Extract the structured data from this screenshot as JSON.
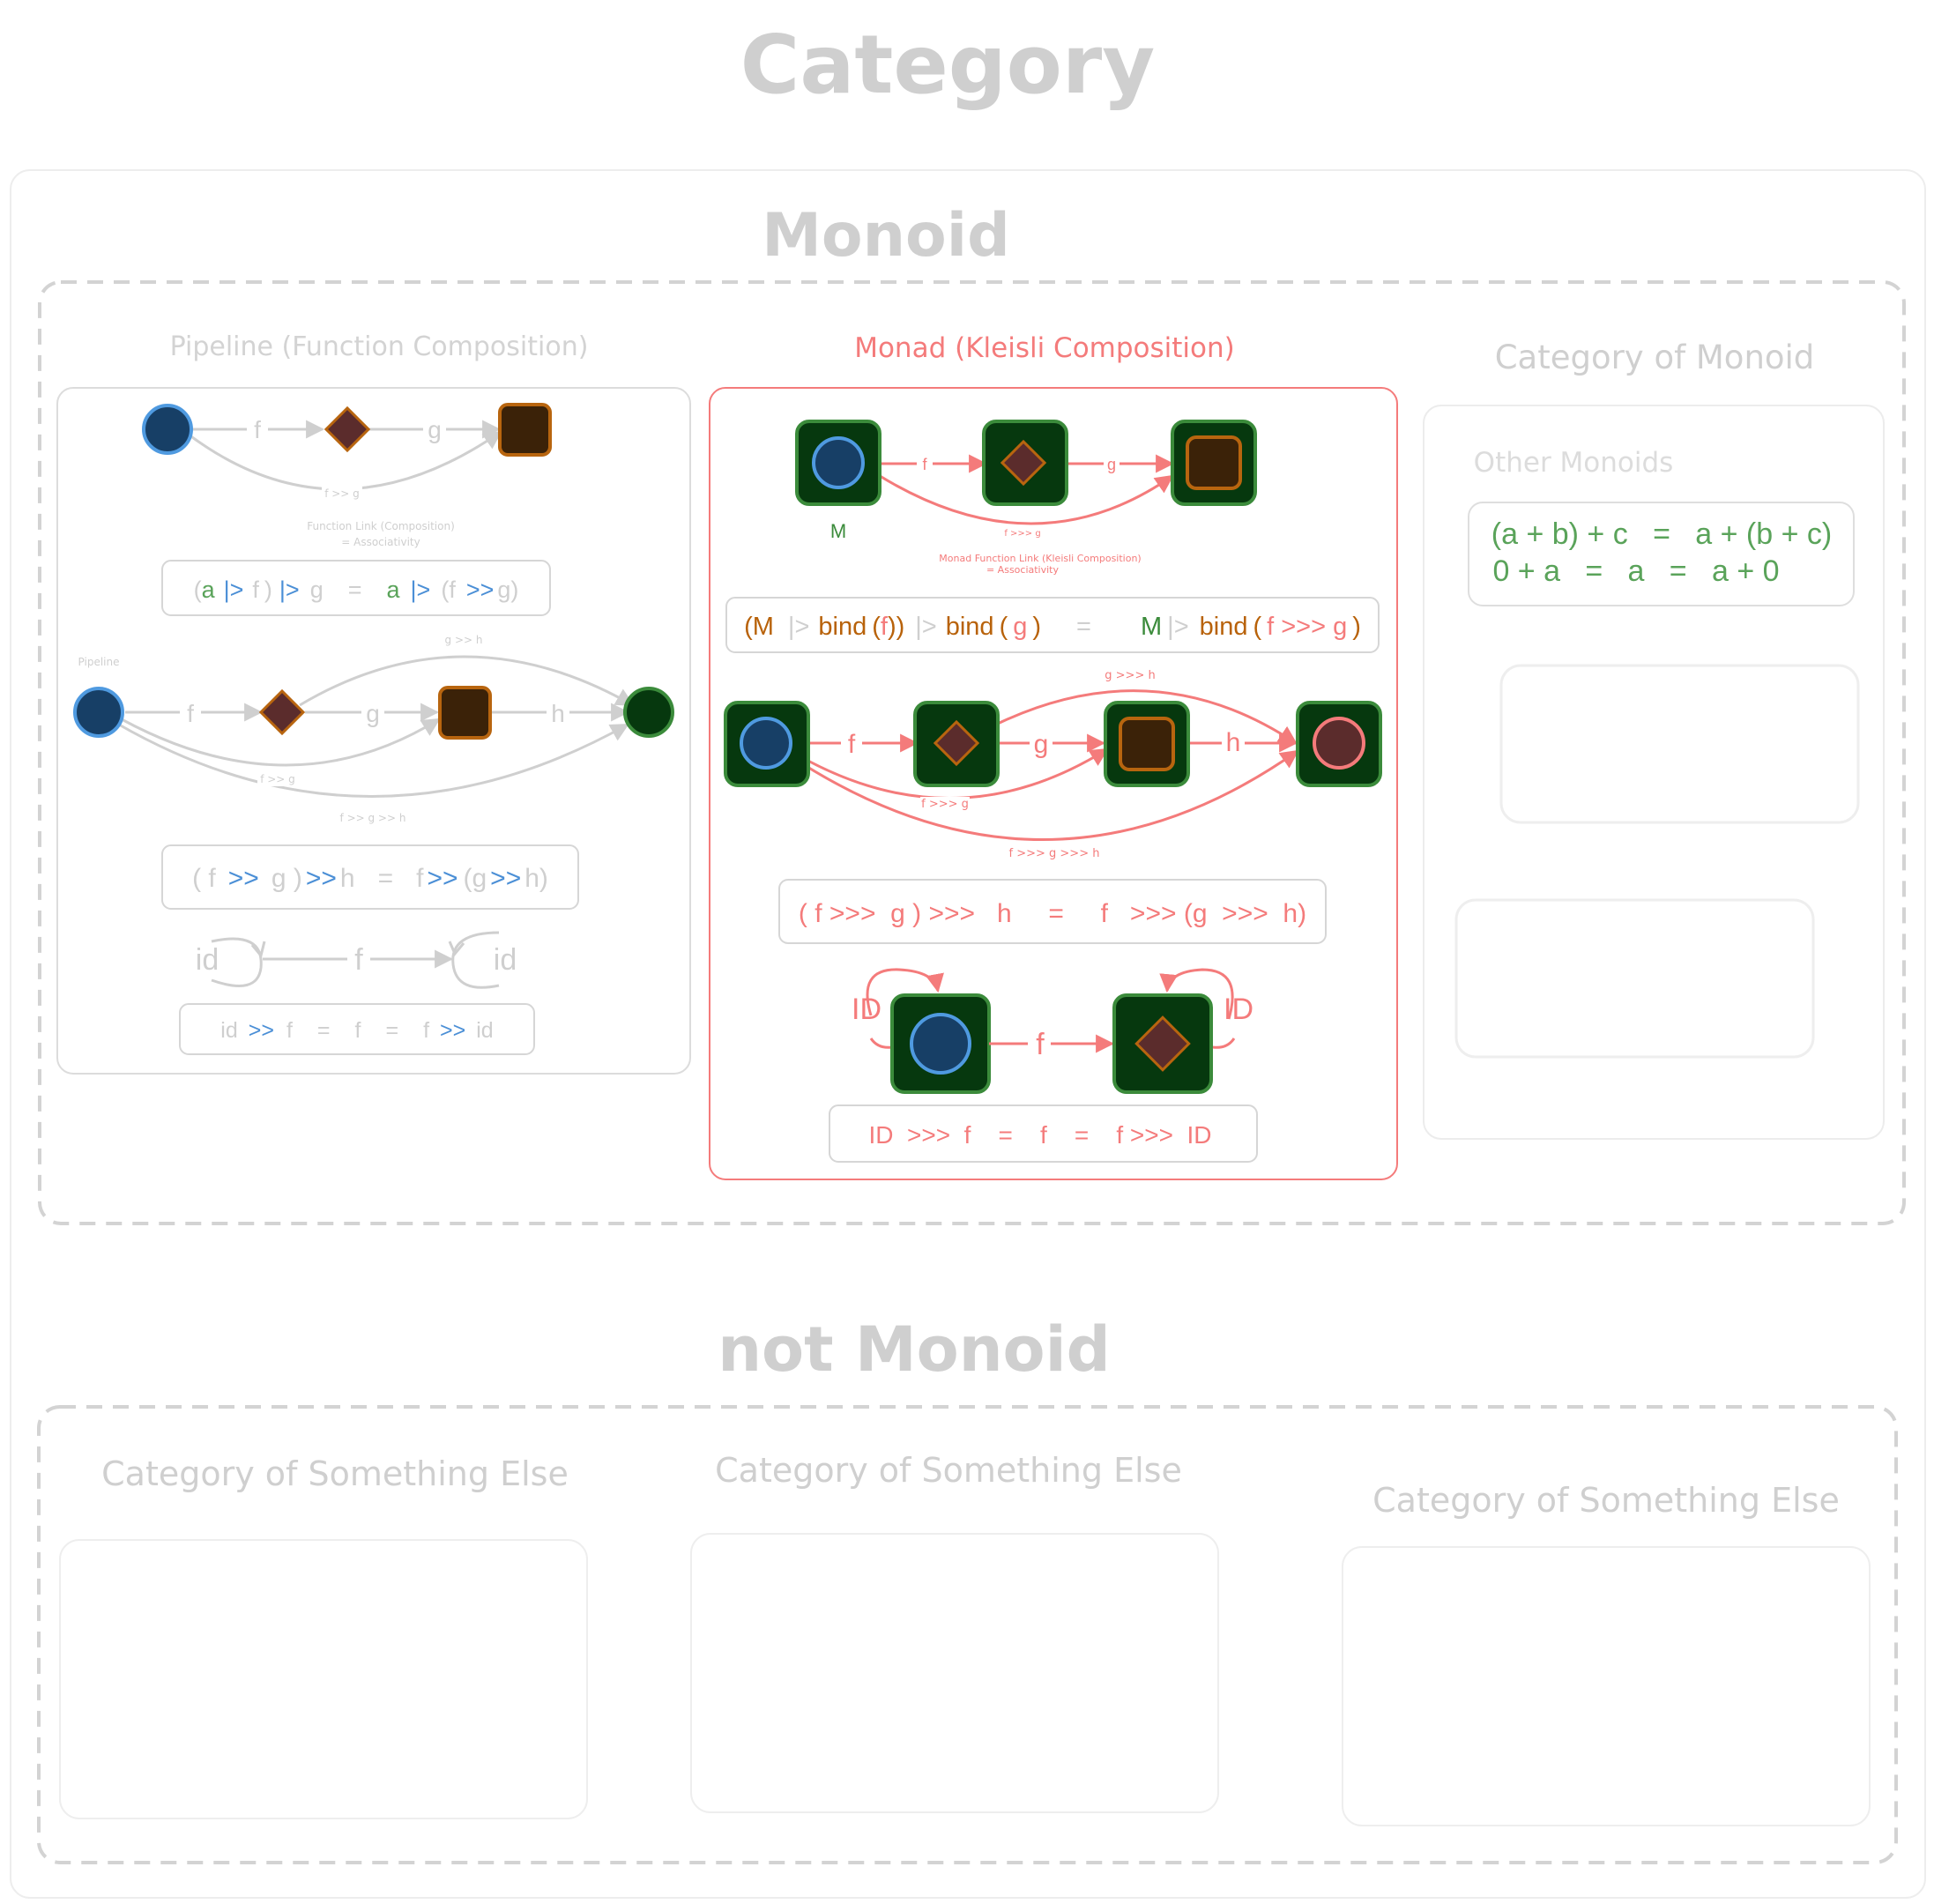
{
  "titles": {
    "category": "Category",
    "monoid": "Monoid",
    "not_monoid": "not Monoid"
  },
  "pipeline": {
    "title": "Pipeline (Function Composition)",
    "row1": {
      "f": "f",
      "g": "g",
      "fg": "f >> g"
    },
    "note1": "Function Link (Composition)",
    "note2": "= Associativity",
    "formula1": {
      "p1": "(",
      "a": "a",
      "op1": "|>",
      "f": "f",
      "p2": ")",
      "op2": "|>",
      "g": "g",
      "eq": "=",
      "a2": "a",
      "op3": "|>",
      "p3": "(f",
      "op4": ">>",
      "g2": "g)"
    },
    "side_label": "Pipeline",
    "row2": {
      "f": "f",
      "g": "g",
      "h": "h",
      "gh": "g >> h",
      "fg": "f >> g",
      "fgh": "f >> g >> h"
    },
    "formula2": {
      "a": "( f",
      "op1": ">>",
      "b": "g )",
      "op2": ">>",
      "c": "h",
      "eq": "=",
      "d": "f",
      "op3": ">>",
      "e": "(g",
      "op4": ">>",
      "f": "h)"
    },
    "identity": {
      "id_left": "id",
      "f": "f",
      "id_right": "id"
    },
    "formula3": {
      "a": "id",
      "op1": ">>",
      "b": "f",
      "eq1": "=",
      "c": "f",
      "eq2": "=",
      "d": "f",
      "op2": ">>",
      "e": "id"
    }
  },
  "monad": {
    "title": "Monad (Kleisli Composition)",
    "row1": {
      "f": "f",
      "g": "g",
      "fg": "f >>> g",
      "m": "M"
    },
    "note1": "Monad Function Link (Kleisli Composition)",
    "note2": "= Associativity",
    "formula1": {
      "p1": "(M",
      "op1": "|>",
      "bind1": "bind",
      "p2": "(",
      "f": "f",
      "p3": "))",
      "op2": "|>",
      "bind2": "bind",
      "p4": "(",
      "g": "g",
      "p5": ")",
      "eq": "=",
      "m": "M",
      "op3": "|>",
      "bind3": "bind",
      "p6": "(",
      "fg": "f >>> g",
      "p7": ")"
    },
    "row2": {
      "f": "f",
      "g": "g",
      "h": "h",
      "gh": "g >>> h",
      "fg": "f >>> g",
      "fgh": "f >>> g >>> h"
    },
    "formula2": "( f >>>  g ) >>>   h     =     f   >>> (g  >>>  h)",
    "identity": {
      "id_left": "ID",
      "f": "f",
      "id_right": "ID"
    },
    "formula3": "ID  >>>  f    =    f    =    f >>>  ID"
  },
  "category_of_monoid": {
    "title": "Category of Monoid",
    "subtitle": "Other Monoids",
    "formula_line1": "(a + b) + c   =   a + (b + c)",
    "formula_line2": "0 + a   =   a   =   a + 0"
  },
  "not_monoid_sections": [
    {
      "title": "Category of Something Else"
    },
    {
      "title": "Category of Something Else"
    },
    {
      "title": "Category of Something Else"
    }
  ],
  "colors": {
    "gray_title": "#cfcfcf",
    "gray_line": "#d0d0d0",
    "pink": "#f47b7b",
    "green_text": "#5aa35a",
    "blue_op": "#4b8fd6",
    "brown_text": "#b8620a",
    "node_blue": "#173f66",
    "node_blue_stroke": "#4f9ae0",
    "node_diamond": "#5b2c2c",
    "node_orange_stroke": "#b8650f",
    "node_square": "#3b2208",
    "node_green_box": "#06380e",
    "node_green_stroke": "#3b8b3b"
  }
}
